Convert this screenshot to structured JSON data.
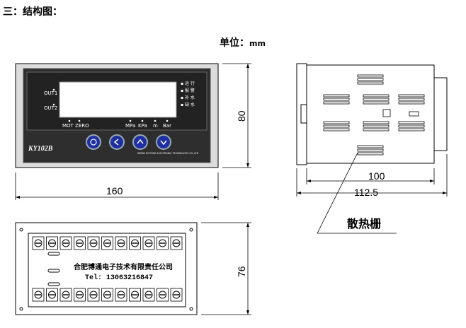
{
  "heading": "三：结构图：",
  "unit_label": "单位：",
  "unit_value": "mm",
  "front": {
    "model": "KY102B",
    "out1": "OUT1",
    "out2": "OUT2",
    "mot_zero": "MOT ZERO",
    "units": [
      "MPa",
      "KPa",
      "m",
      "Bar"
    ],
    "side_leds": [
      "▪ 运 行",
      "▪ 报 警",
      "▪ 补 水",
      "▪ 缺 水"
    ],
    "company_en": "WEIBO  BOTONG  ELECTRONIC  TECHNOLOGY  CO.,LTD",
    "width": "160",
    "height": "80"
  },
  "side": {
    "depth1": "100",
    "depth2": "112.5",
    "callout": "散热栅"
  },
  "back": {
    "company": "合肥博通电子技术有限责任公司",
    "tel": "Tel: 13063216847",
    "height": "76"
  },
  "colors": {
    "panel_dark": "#2e2e2e",
    "panel_bezel": "#808080",
    "button_blue": "#1c2fa8"
  }
}
